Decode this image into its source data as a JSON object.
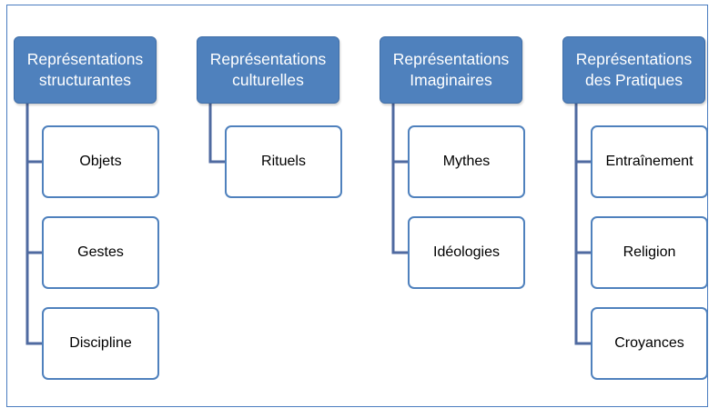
{
  "diagram": {
    "columns": [
      {
        "title": "Représentations\nstructurantes",
        "items": [
          "Objets",
          "Gestes",
          "Discipline"
        ]
      },
      {
        "title": "Représentations\nculturelles",
        "items": [
          "Rituels"
        ]
      },
      {
        "title": "Représentations\nImaginaires",
        "items": [
          "Mythes",
          "Idéologies"
        ]
      },
      {
        "title": "Représentations\ndes Pratiques",
        "items": [
          "Entraînement",
          "Religion",
          "Croyances"
        ]
      }
    ]
  },
  "colors": {
    "header_fill": "#4f81bd",
    "connector": "#4f6aa0",
    "frame": "#4a7cc0",
    "child_border": "#4f81bd"
  }
}
